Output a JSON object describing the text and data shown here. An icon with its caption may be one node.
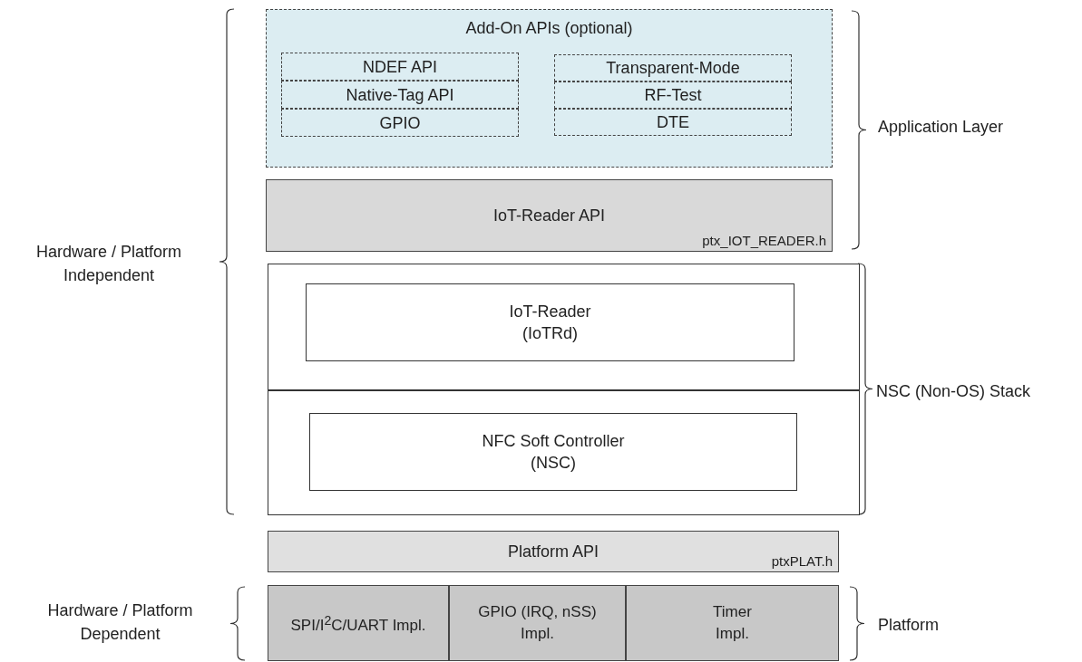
{
  "diagram": {
    "nodes": [
      {
        "text": [
          "Add-On APIs (optional)"
        ]
      },
      {
        "text": [
          "NDEF API"
        ],
        "in": 0
      },
      {
        "text": [
          "Native-Tag API"
        ],
        "in": 0
      },
      {
        "text": [
          "GPIO"
        ],
        "in": 0
      },
      {
        "text": [
          "Transparent-Mode"
        ],
        "in": 0
      },
      {
        "text": [
          "RF-Test"
        ],
        "in": 0
      },
      {
        "text": [
          "DTE"
        ],
        "in": 0
      },
      {
        "text": [
          "IoT-Reader API",
          "ptx_IOT_READER.h"
        ]
      },
      {
        "text": [],
        "shape": "box"
      },
      {
        "text": [
          "IoT-Reader (IoTRd)"
        ],
        "in": 8
      },
      {
        "text": [],
        "shape": "box"
      },
      {
        "text": [
          "NFC Soft Controller (NSC)"
        ],
        "in": 10
      },
      {
        "text": [
          "Platform API",
          "ptxPLAT.h"
        ]
      },
      {
        "text": [
          "SPI/I$^{2}$C/UART Impl."
        ]
      },
      {
        "text": [
          "GPIO (IRQ, nSS) Impl."
        ]
      },
      {
        "text": [
          "Timer Impl."
        ]
      }
    ],
    "labels": [
      "Hardware / Platform Independent",
      "Application Layer",
      "NSC (Non-OS) Stack",
      "Hardware / Platform Dependent",
      "Platform"
    ]
  }
}
